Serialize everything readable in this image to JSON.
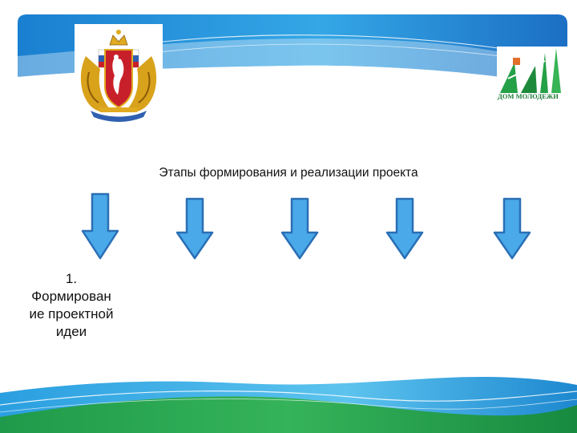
{
  "slide": {
    "heading": "Этапы формирования и реализации проекта",
    "steps": [
      {
        "number": "1.",
        "title_lines": [
          "Формирован",
          "ие проектной",
          "идеи"
        ]
      },
      {
        "number": "",
        "title_lines": []
      },
      {
        "number": "",
        "title_lines": []
      },
      {
        "number": "",
        "title_lines": []
      },
      {
        "number": "",
        "title_lines": []
      }
    ]
  },
  "logos": {
    "left": {
      "icon": "coat-of-arms-icon"
    },
    "right": {
      "icon": "dom-molodezhi-logo-icon",
      "text": "ДОМ МОЛОДЕЖИ"
    }
  },
  "colors": {
    "arrow_fill": "#4aa9e8",
    "arrow_stroke": "#2a6fb5",
    "header_wave": "#1e88d0",
    "footer_green": "#1f9a4a"
  }
}
